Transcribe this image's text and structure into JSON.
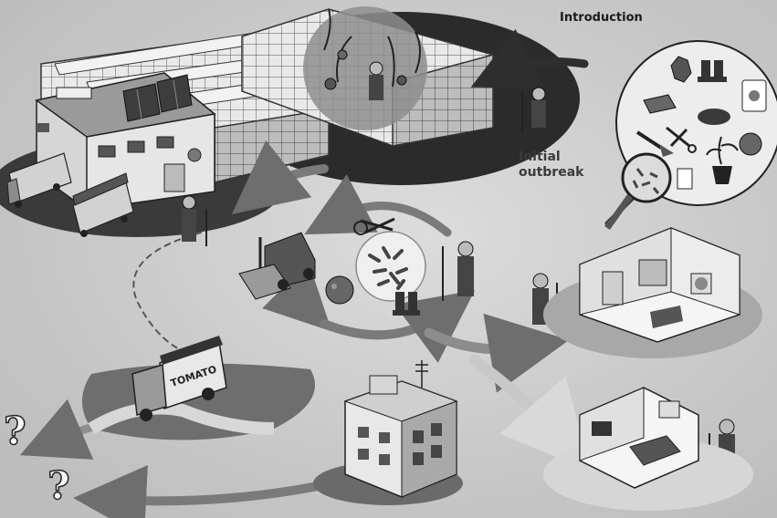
{
  "labels": {
    "introduction": "Introduction",
    "outbreak_line1": "Initial",
    "outbreak_line2": "outbreak",
    "truck_text": "TOMATO",
    "question_mark": "?"
  },
  "colors": {
    "background": "#cfcfcf",
    "dark_zone": "#2b2b2b",
    "greenhouse": "#e8e8e8",
    "arrow": "#7a7a7a"
  },
  "icons": [
    "gloves-icon",
    "boots-icon",
    "soil-bag-icon",
    "pruning-shears-icon",
    "trowel-icon",
    "tomato-plant-icon",
    "tomato-icon",
    "magnifier-icon",
    "bacteria-icon",
    "forklift-icon",
    "truck-icon",
    "farmer-icon",
    "house-interior-icon",
    "bedroom-icon",
    "apartment-building-icon"
  ]
}
